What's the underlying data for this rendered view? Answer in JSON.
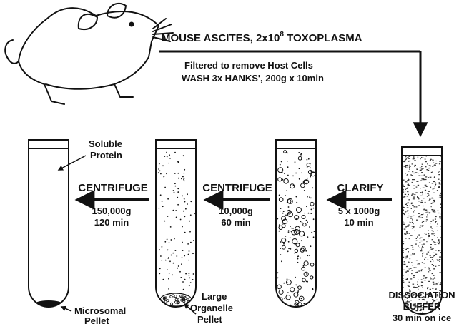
{
  "header": {
    "line1": "MOUSE ASCITES, 2x10",
    "line1_exp": "8",
    "line1_tail": " TOXOPLASMA",
    "line2": "Filtered to remove Host Cells",
    "line3": "WASH 3x HANKS', 200g x 10min"
  },
  "tube4": {
    "caption1": "DISSOCIATION",
    "caption2": "BUFFER",
    "caption3": "30 min on ice"
  },
  "step_clarify": {
    "label": "CLARIFY",
    "cond1": "5 x 1000g",
    "cond2": "10 min"
  },
  "step_cent1": {
    "label": "CENTRIFUGE",
    "cond1": "10,000g",
    "cond2": "60 min"
  },
  "step_cent2": {
    "label": "CENTRIFUGE",
    "cond1": "150,000g",
    "cond2": "120 min"
  },
  "tube2": {
    "pellet1": "Large",
    "pellet2": "Organelle",
    "pellet3": "Pellet"
  },
  "tube1": {
    "top1": "Soluble",
    "top2": "Protein",
    "pellet1": "Microsomal",
    "pellet2": "Pellet"
  },
  "icons": [
    "mouse-icon"
  ]
}
